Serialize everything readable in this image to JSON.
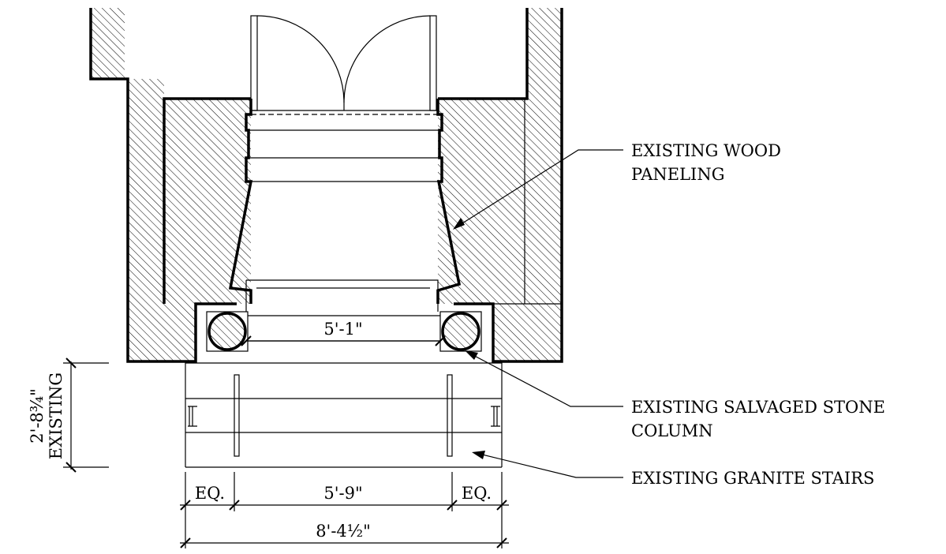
{
  "drawing": {
    "callouts": {
      "wood_paneling_line1": "EXISTING WOOD",
      "wood_paneling_line2": "PANELING",
      "stone_column_line1": "EXISTING SALVAGED STONE",
      "stone_column_line2": "COLUMN",
      "granite_stairs": "EXISTING GRANITE STAIRS"
    },
    "dimensions": {
      "opening_width": "5'-1\"",
      "stair_depth": "2'-8¾\"",
      "stair_depth_note": "EXISTING",
      "eq_left": "EQ.",
      "center_width": "5'-9\"",
      "eq_right": "EQ.",
      "overall_width": "8'-4½\""
    }
  }
}
